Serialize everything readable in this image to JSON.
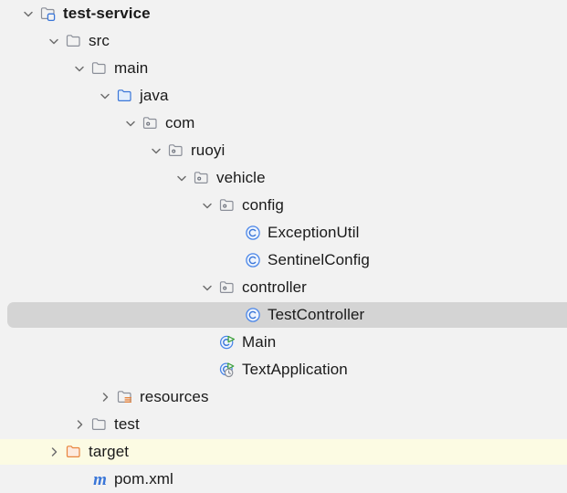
{
  "panel": {
    "name": "project-tree",
    "background_color": "#f2f2f2",
    "selected_row_color": "#d4d4d4",
    "excluded_row_color": "#fcfbe3",
    "text_color": "#1a1a1a"
  },
  "tree": {
    "nodes": [
      {
        "label": "test-service",
        "icon": "module-folder-icon",
        "depth": 0,
        "expander": "chevron-down",
        "bold": true,
        "selected": false,
        "highlighted": false
      },
      {
        "label": "src",
        "icon": "folder-icon",
        "depth": 1,
        "expander": "chevron-down",
        "bold": false,
        "selected": false,
        "highlighted": false
      },
      {
        "label": "main",
        "icon": "folder-icon",
        "depth": 2,
        "expander": "chevron-down",
        "bold": false,
        "selected": false,
        "highlighted": false
      },
      {
        "label": "java",
        "icon": "sources-root-folder-icon",
        "depth": 3,
        "expander": "chevron-down",
        "bold": false,
        "selected": false,
        "highlighted": false
      },
      {
        "label": "com",
        "icon": "package-icon",
        "depth": 4,
        "expander": "chevron-down",
        "bold": false,
        "selected": false,
        "highlighted": false
      },
      {
        "label": "ruoyi",
        "icon": "package-icon",
        "depth": 5,
        "expander": "chevron-down",
        "bold": false,
        "selected": false,
        "highlighted": false
      },
      {
        "label": "vehicle",
        "icon": "package-icon",
        "depth": 6,
        "expander": "chevron-down",
        "bold": false,
        "selected": false,
        "highlighted": false
      },
      {
        "label": "config",
        "icon": "package-icon",
        "depth": 7,
        "expander": "chevron-down",
        "bold": false,
        "selected": false,
        "highlighted": false
      },
      {
        "label": "ExceptionUtil",
        "icon": "java-class-icon",
        "depth": 8,
        "expander": "none",
        "bold": false,
        "selected": false,
        "highlighted": false
      },
      {
        "label": "SentinelConfig",
        "icon": "java-class-icon",
        "depth": 8,
        "expander": "none",
        "bold": false,
        "selected": false,
        "highlighted": false
      },
      {
        "label": "controller",
        "icon": "package-icon",
        "depth": 7,
        "expander": "chevron-down",
        "bold": false,
        "selected": false,
        "highlighted": false
      },
      {
        "label": "TestController",
        "icon": "java-class-icon",
        "depth": 8,
        "expander": "none",
        "bold": false,
        "selected": true,
        "highlighted": false
      },
      {
        "label": "Main",
        "icon": "java-class-runnable-icon",
        "depth": 7,
        "expander": "none",
        "bold": false,
        "selected": false,
        "highlighted": false
      },
      {
        "label": "TextApplication",
        "icon": "spring-boot-class-runnable-icon",
        "depth": 7,
        "expander": "none",
        "bold": false,
        "selected": false,
        "highlighted": false
      },
      {
        "label": "resources",
        "icon": "resources-root-folder-icon",
        "depth": 3,
        "expander": "chevron-right",
        "bold": false,
        "selected": false,
        "highlighted": false
      },
      {
        "label": "test",
        "icon": "folder-icon",
        "depth": 2,
        "expander": "chevron-right",
        "bold": false,
        "selected": false,
        "highlighted": false
      },
      {
        "label": "target",
        "icon": "excluded-folder-icon",
        "depth": 1,
        "expander": "chevron-right",
        "bold": false,
        "selected": false,
        "highlighted": true
      },
      {
        "label": "pom.xml",
        "icon": "maven-pom-icon",
        "depth": 2,
        "expander": "none",
        "bold": false,
        "selected": false,
        "highlighted": false
      }
    ]
  }
}
